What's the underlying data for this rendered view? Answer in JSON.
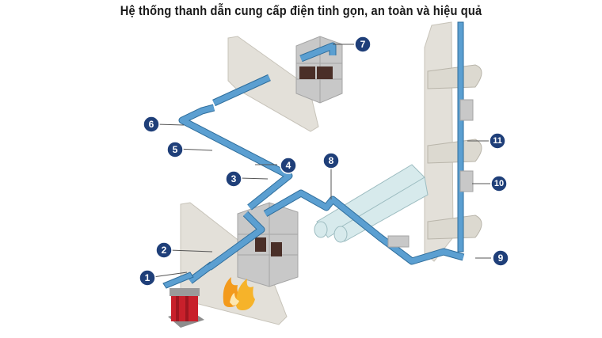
{
  "title": "Hệ thống thanh dẫn cung cấp điện tinh gọn, an toàn và hiệu quả",
  "callouts": [
    {
      "number": "1",
      "label": "1"
    },
    {
      "number": "2",
      "label": "2"
    },
    {
      "number": "3",
      "label": "3"
    },
    {
      "number": "4",
      "label": "4"
    },
    {
      "number": "5",
      "label": "5"
    },
    {
      "number": "6",
      "label": "6"
    },
    {
      "number": "7",
      "label": "7"
    },
    {
      "number": "8",
      "label": "8"
    },
    {
      "number": "9",
      "label": "9"
    },
    {
      "number": "10",
      "label": "10"
    },
    {
      "number": "11",
      "label": "11"
    }
  ],
  "colors": {
    "badge": "#1f3f79",
    "busway": "#5b9fd1",
    "transformer": "#c8202b",
    "fire": "#f39a1c"
  }
}
